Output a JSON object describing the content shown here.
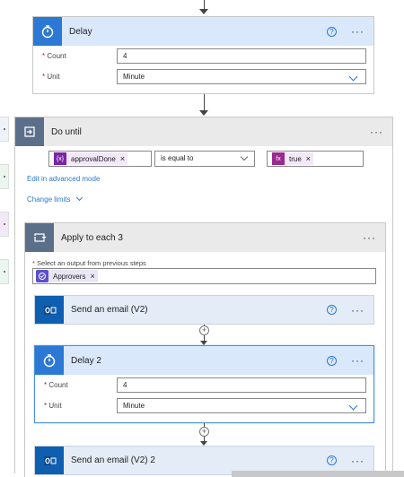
{
  "delay1": {
    "title": "Delay",
    "count_label": "Count",
    "count_value": "4",
    "unit_label": "Unit",
    "unit_value": "Minute"
  },
  "do_until": {
    "title": "Do until",
    "condition_left": "approvalDone",
    "left_icon": "{x}",
    "operator": "is equal to",
    "condition_right": "true",
    "right_icon": "fx",
    "advanced_link": "Edit in advanced mode",
    "change_limits": "Change limits"
  },
  "apply_each": {
    "title": "Apply to each 3",
    "select_label": "Select an output from previous steps",
    "token": "Approvers"
  },
  "email1": {
    "title": "Send an email (V2)"
  },
  "delay2": {
    "title": "Delay 2",
    "count_label": "Count",
    "count_value": "4",
    "unit_label": "Unit",
    "unit_value": "Minute"
  },
  "email2": {
    "title": "Send an email (V2) 2"
  },
  "common": {
    "help": "?",
    "more": "···",
    "required": "*",
    "remove": "×",
    "plus": "+"
  },
  "colors": {
    "accent": "#2b79d4",
    "token_purple": "#7a24a6",
    "outlook_blue": "#0f5fb0",
    "required_red": "#a4262c"
  }
}
